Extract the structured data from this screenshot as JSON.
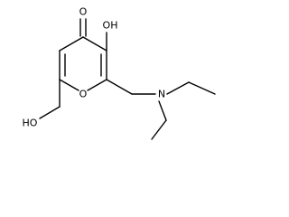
{
  "molecule": {
    "atoms": {
      "ketone_oxygen": "O",
      "enol_hydroxyl": "OH",
      "ring_oxygen": "O",
      "amine_nitrogen": "N",
      "hydroxymethyl": "HO"
    }
  }
}
